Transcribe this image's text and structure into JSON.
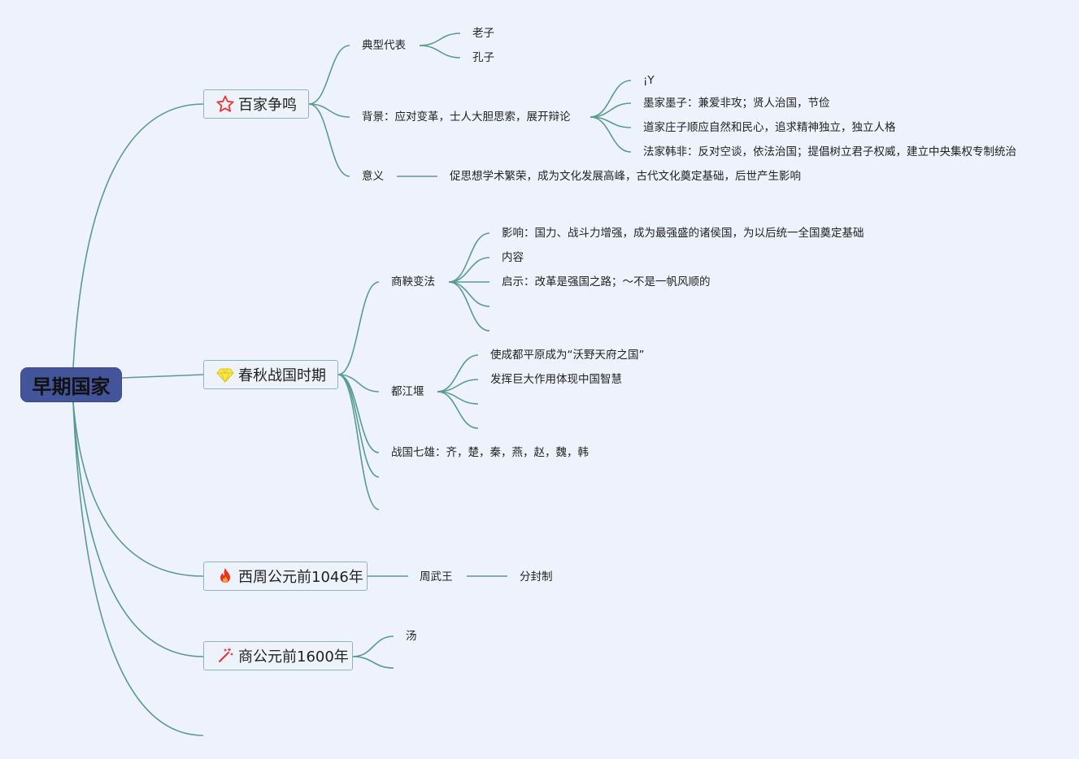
{
  "root": {
    "label": "早期国家"
  },
  "colors": {
    "link": "#5a9a94",
    "root_bg": "#43549a",
    "canvas_bg": "#eef2fd"
  },
  "topics": [
    {
      "label": "百家争鸣",
      "icon": "star-icon",
      "subtopics": [
        {
          "label": "典型代表",
          "children": [
            "老子",
            "孔子"
          ]
        },
        {
          "label": "背景：应对变革，士人大胆思索，展开辩论",
          "children": [
            "¡Y",
            "墨家墨子：兼爱非攻；贤人治国，节俭",
            "道家庄子顺应自然和民心，追求精神独立，独立人格",
            "法家韩非：反对空谈，依法治国；提倡树立君子权威，建立中央集权专制统治"
          ]
        },
        {
          "label": "意义",
          "children": [
            "促思想学术繁荣，成为文化发展高峰，古代文化奠定基础，后世产生影响"
          ]
        }
      ]
    },
    {
      "label": "春秋战国时期",
      "icon": "diamond-icon",
      "subtopics": [
        {
          "label": "商鞅变法",
          "children": [
            "影响：国力、战斗力增强，成为最强盛的诸侯国，为以后统一全国奠定基础",
            "内容",
            "启示：改革是强国之路；～不是一帆风顺的",
            "",
            ""
          ]
        },
        {
          "label": "都江堰",
          "children": [
            "使成都平原成为“沃野天府之国”",
            "发挥巨大作用体现中国智慧",
            "",
            ""
          ]
        },
        {
          "label": "战国七雄：齐，楚，秦，燕，赵，魏，韩",
          "children": []
        },
        {
          "label": "",
          "children": []
        },
        {
          "label": "",
          "children": []
        }
      ]
    },
    {
      "label": "西周公元前1046年",
      "icon": "fire-icon",
      "subtopics": [
        {
          "label": "周武王",
          "children": [
            "分封制"
          ]
        }
      ]
    },
    {
      "label": "商公元前1600年",
      "icon": "magic-wand-icon",
      "subtopics": [
        {
          "label": "汤",
          "children": []
        },
        {
          "label": "",
          "children": []
        }
      ]
    },
    {
      "label": "",
      "icon": "",
      "subtopics": []
    }
  ]
}
